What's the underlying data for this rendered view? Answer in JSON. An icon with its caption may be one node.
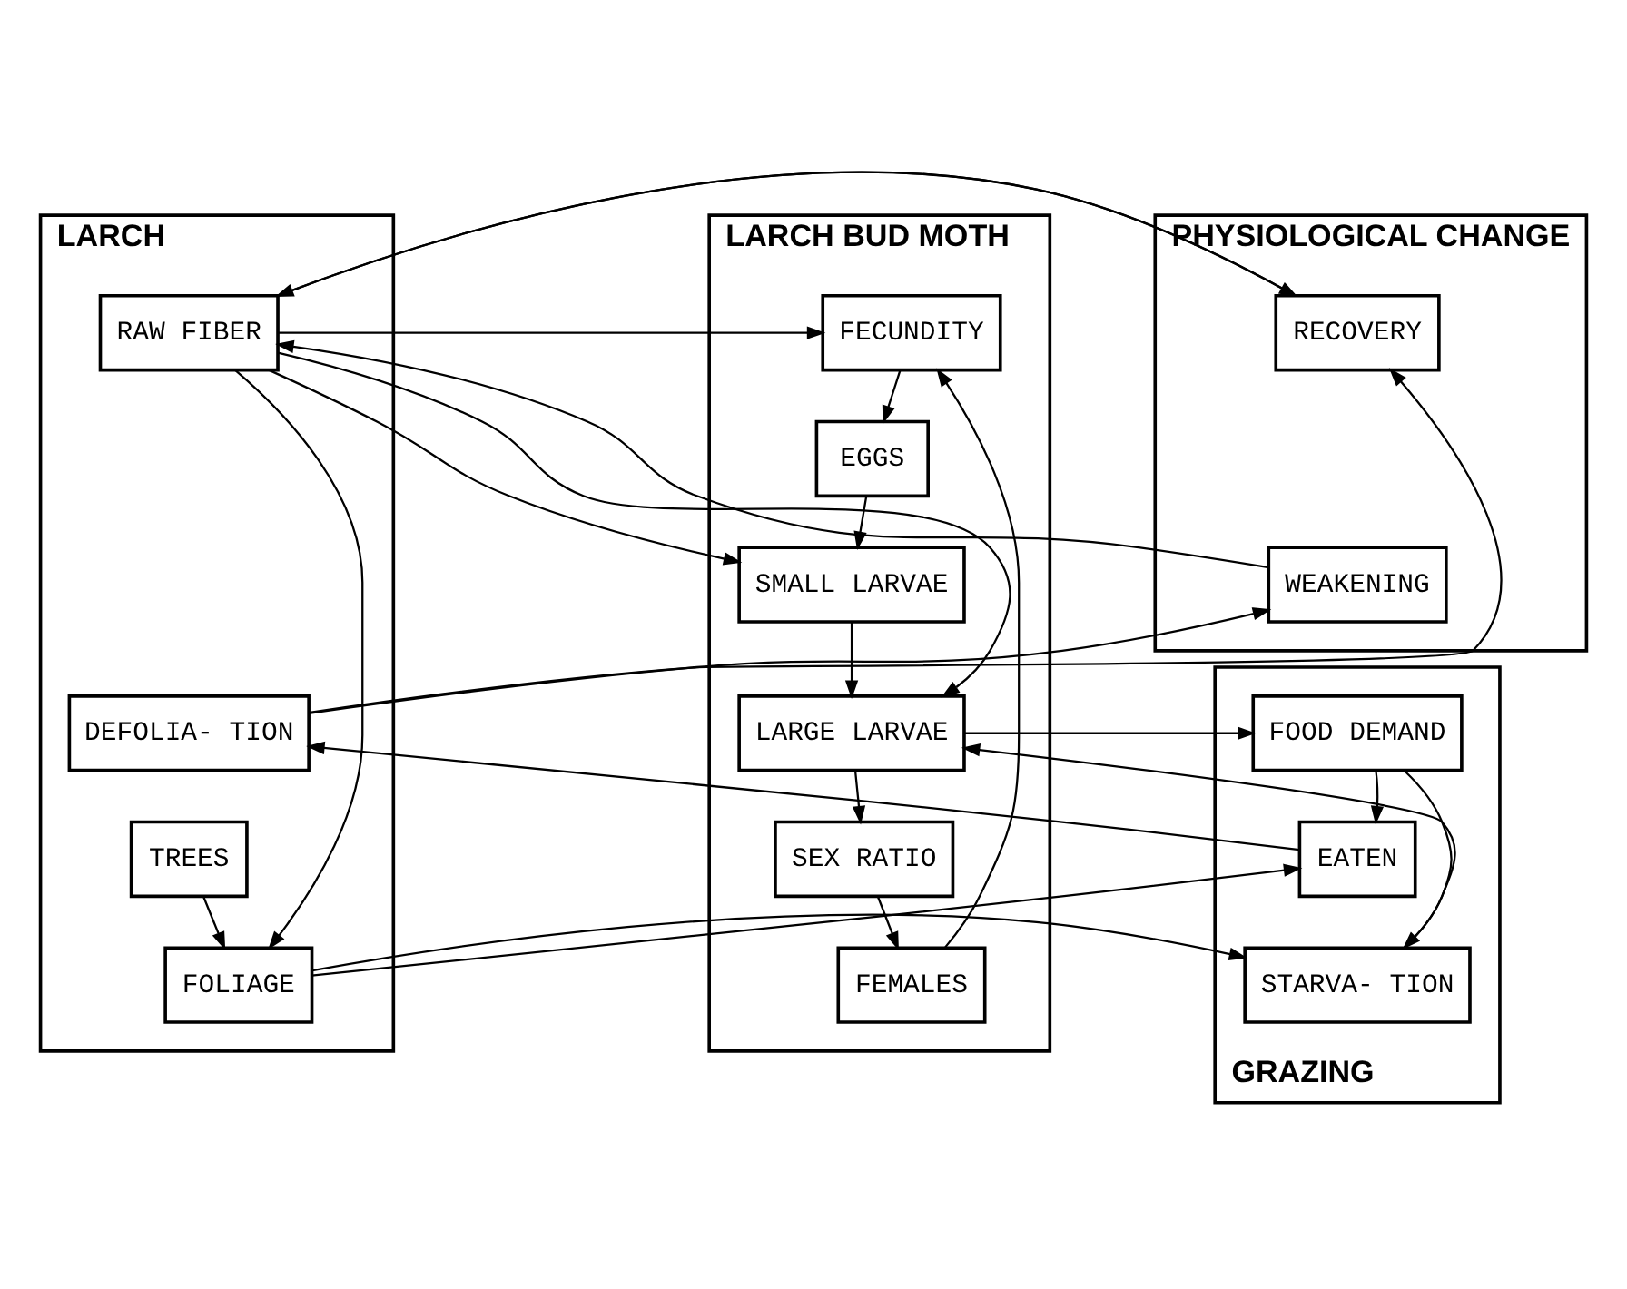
{
  "diagram": {
    "nodes": [
      {
        "text": [
          "LARCH"
        ]
      },
      {
        "text": [
          "RAW FIBER"
        ],
        "in": 0
      },
      {
        "text": [
          "DEFOLIA- TION"
        ],
        "in": 0
      },
      {
        "text": [
          "TREES"
        ],
        "in": 0
      },
      {
        "text": [
          "FOLIAGE"
        ],
        "in": 0
      },
      {
        "text": [
          "PHYSIOLOGICAL CHANGE"
        ]
      },
      {
        "text": [
          "RECOVERY"
        ],
        "in": 5
      },
      {
        "text": [
          "WEAKENING"
        ],
        "in": 5
      },
      {
        "text": [
          "GRAZING"
        ]
      },
      {
        "text": [
          "FOOD DEMAND"
        ],
        "in": 8
      },
      {
        "text": [
          "EATEN"
        ],
        "in": 8
      },
      {
        "text": [
          "STARVA- TION"
        ],
        "in": 8
      },
      {
        "text": [
          "LARCH BUD MOTH"
        ]
      },
      {
        "text": [
          "FECUNDITY"
        ],
        "in": 12
      },
      {
        "text": [
          "EGGS"
        ],
        "in": 12
      },
      {
        "text": [
          "SMALL LARVAE"
        ],
        "in": 12
      },
      {
        "text": [
          "LARGE LARVAE"
        ],
        "in": 12
      },
      {
        "text": [
          "SEX RATIO"
        ],
        "in": 12
      },
      {
        "text": [
          "FEMALES"
        ],
        "in": 12
      }
    ],
    "edges": [
      {
        "from": 6,
        "to": 1,
        "arrow": "to"
      },
      {
        "from": 7,
        "to": 1,
        "arrow": "to"
      },
      {
        "from": 1,
        "to": 4,
        "arrow": "to"
      },
      {
        "from": 1,
        "to": 6,
        "arrow": "to"
      },
      {
        "from": 1,
        "to": 13,
        "arrow": "to"
      },
      {
        "from": 1,
        "to": 15,
        "arrow": "to"
      },
      {
        "from": 1,
        "to": 16,
        "arrow": "to"
      },
      {
        "from": 2,
        "to": 6,
        "arrow": "to"
      },
      {
        "from": 2,
        "to": 7,
        "arrow": "to"
      },
      {
        "from": 10,
        "to": 2,
        "arrow": "to"
      },
      {
        "from": 3,
        "to": 4,
        "arrow": "to"
      },
      {
        "from": 4,
        "to": 10,
        "arrow": "to"
      },
      {
        "from": 4,
        "to": 11,
        "arrow": "to"
      },
      {
        "from": 9,
        "to": 10,
        "arrow": "to"
      },
      {
        "from": 9,
        "to": 11,
        "arrow": "to"
      },
      {
        "from": 16,
        "to": 9,
        "arrow": "to"
      },
      {
        "from": 11,
        "to": 16,
        "arrow": "to"
      },
      {
        "from": 13,
        "to": 14,
        "arrow": "to"
      },
      {
        "from": 14,
        "to": 15,
        "arrow": "to"
      },
      {
        "from": 15,
        "to": 16,
        "arrow": "to"
      },
      {
        "from": 16,
        "to": 17,
        "arrow": "to"
      },
      {
        "from": 17,
        "to": 18,
        "arrow": "to"
      },
      {
        "from": 18,
        "to": 13,
        "arrow": "to"
      }
    ]
  }
}
